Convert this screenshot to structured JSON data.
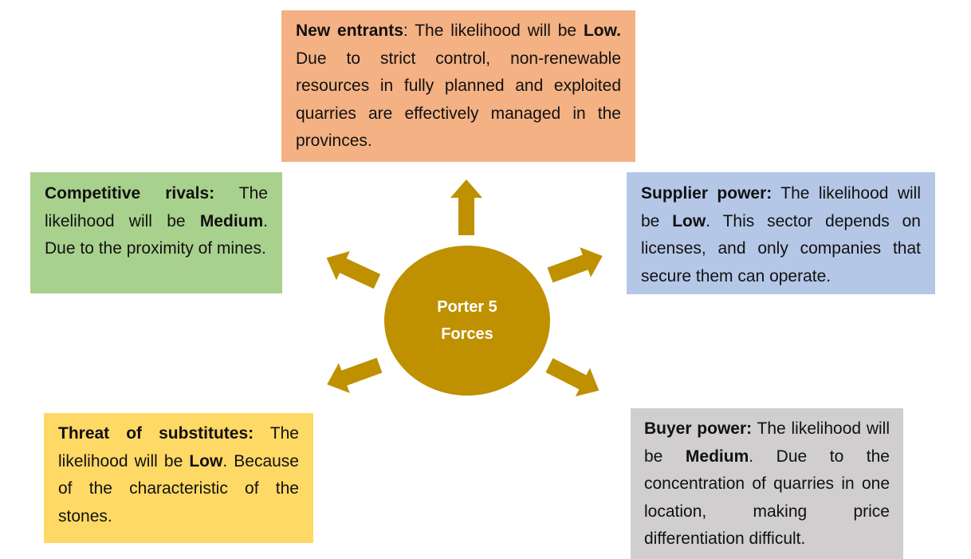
{
  "colors": {
    "hub": "#bf9000",
    "arrow": "#bf9000",
    "new_entrants_bg": "#f4b183",
    "competitive_rivals_bg": "#a9d18e",
    "supplier_power_bg": "#b4c7e7",
    "substitutes_bg": "#ffd966",
    "buyer_power_bg": "#d0cece"
  },
  "hub": {
    "label": "Porter 5 Forces"
  },
  "forces": {
    "new_entrants": {
      "label": "New entrants",
      "sep": ": ",
      "pre": "The likelihood will be ",
      "level": "Low.",
      "post": " Due to strict control, non-renewable resources in fully planned and exploited quarries are effectively managed in the provinces."
    },
    "competitive_rivals": {
      "label": "Competitive rivals:",
      "pre": " The likelihood will be ",
      "level": "Medium",
      "post": ". Due to the proximity of mines."
    },
    "supplier_power": {
      "label": "Supplier power:",
      "pre": " The likelihood will be ",
      "level": "Low",
      "post": ". This sector depends on licenses, and only companies that secure them can operate."
    },
    "threat_of_substitutes": {
      "label": "Threat of substitutes:",
      "pre": " The likelihood will be ",
      "level": "Low",
      "post": ". Because of the characteristic of the stones."
    },
    "buyer_power": {
      "label": "Buyer power:",
      "pre": " The likelihood will be ",
      "level": "Medium",
      "post": ". Due to the concentration of quarries in one location, making price differentiation difficult."
    }
  }
}
